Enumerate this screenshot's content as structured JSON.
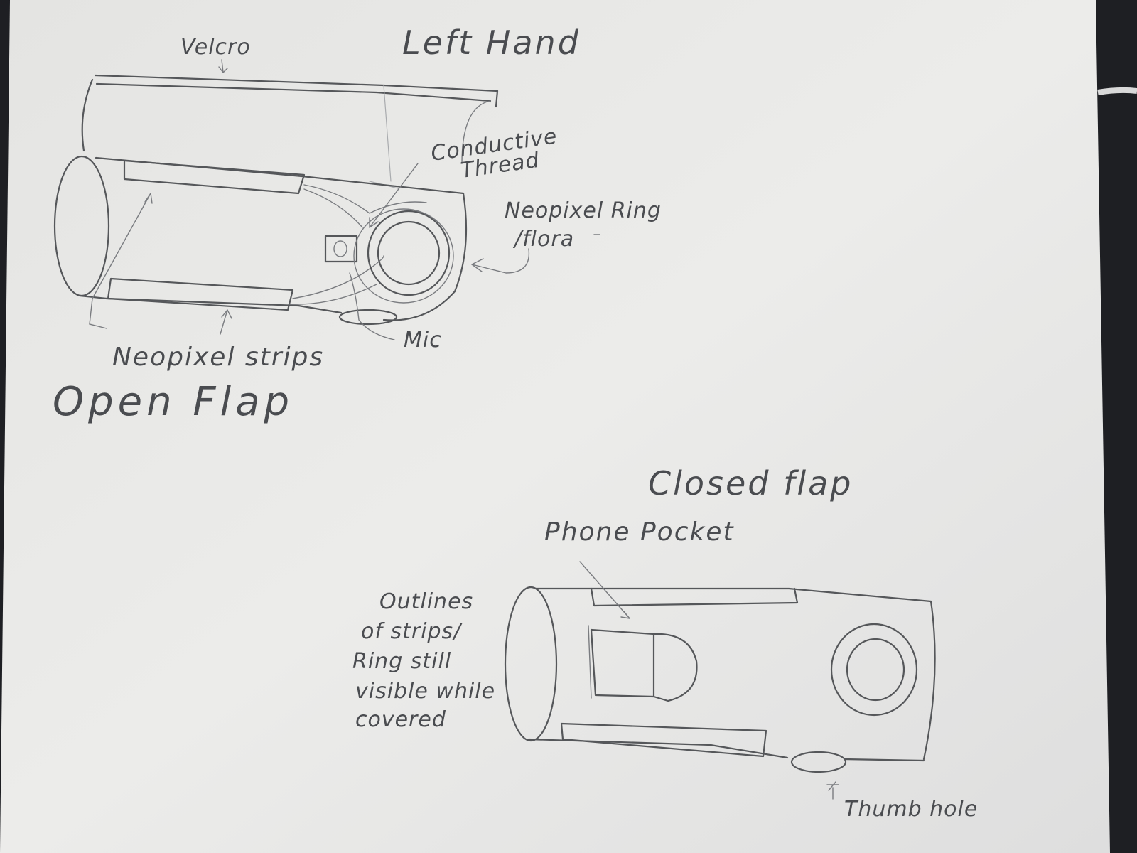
{
  "labels": {
    "velcro": "Velcro",
    "left_hand": "Left Hand",
    "conductive_thread_line1": "Conductive",
    "conductive_thread_line2": "Thread",
    "neopixel_ring_line1": "Neopixel Ring",
    "neopixel_ring_line2": "/flora",
    "mic": "Mic",
    "neopixel_strips": "Neopixel strips",
    "open_flap": "Open Flap",
    "closed_flap": "Closed flap",
    "phone_pocket": "Phone Pocket",
    "outlines_line1": "Outlines",
    "outlines_line2": "of strips/",
    "outlines_line3": "Ring still",
    "outlines_line4": "visible while",
    "outlines_line5": "covered",
    "thumb_hole": "Thumb hole"
  },
  "colors": {
    "paper": "#e9e9e7",
    "pencil": "#55575a",
    "background": "#1e1f23"
  }
}
